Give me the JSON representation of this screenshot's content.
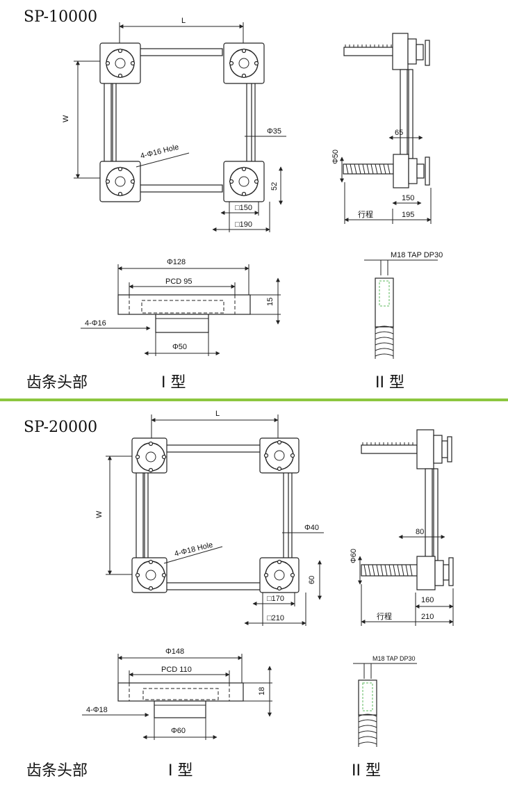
{
  "sections": [
    {
      "model": "SP-10000",
      "frame": {
        "length_label": "L",
        "width_label": "W",
        "hole_note": "4-Φ16 Hole",
        "rod_dia": "Φ35",
        "height": "52",
        "inner_sq": "□150",
        "outer_sq": "□190"
      },
      "side": {
        "dia": "Φ50",
        "gap": "65",
        "inner": "150",
        "outer": "195",
        "stroke": "行程"
      },
      "flange": {
        "outer_dia": "Φ128",
        "pcd": "PCD 95",
        "thick": "15",
        "holes": "4-Φ16",
        "hub_dia": "Φ50"
      },
      "tap": "M18 TAP DP30",
      "labels": {
        "rack_head": "齿条头部",
        "type1": "I 型",
        "type2": "II 型"
      }
    },
    {
      "model": "SP-20000",
      "frame": {
        "length_label": "L",
        "width_label": "W",
        "hole_note": "4-Φ18 Hole",
        "rod_dia": "Φ40",
        "height": "60",
        "inner_sq": "□170",
        "outer_sq": "□210"
      },
      "side": {
        "dia": "Φ60",
        "gap": "80",
        "inner": "160",
        "outer": "210",
        "stroke": "行程"
      },
      "flange": {
        "outer_dia": "Φ148",
        "pcd": "PCD 110",
        "thick": "18",
        "holes": "4-Φ18",
        "hub_dia": "Φ60"
      },
      "tap": "M18 TAP DP30",
      "labels": {
        "rack_head": "齿条头部",
        "type1": "I 型",
        "type2": "II 型"
      }
    }
  ],
  "colors": {
    "divider": "#8cc63f",
    "accent_green": "#5cb85c"
  }
}
